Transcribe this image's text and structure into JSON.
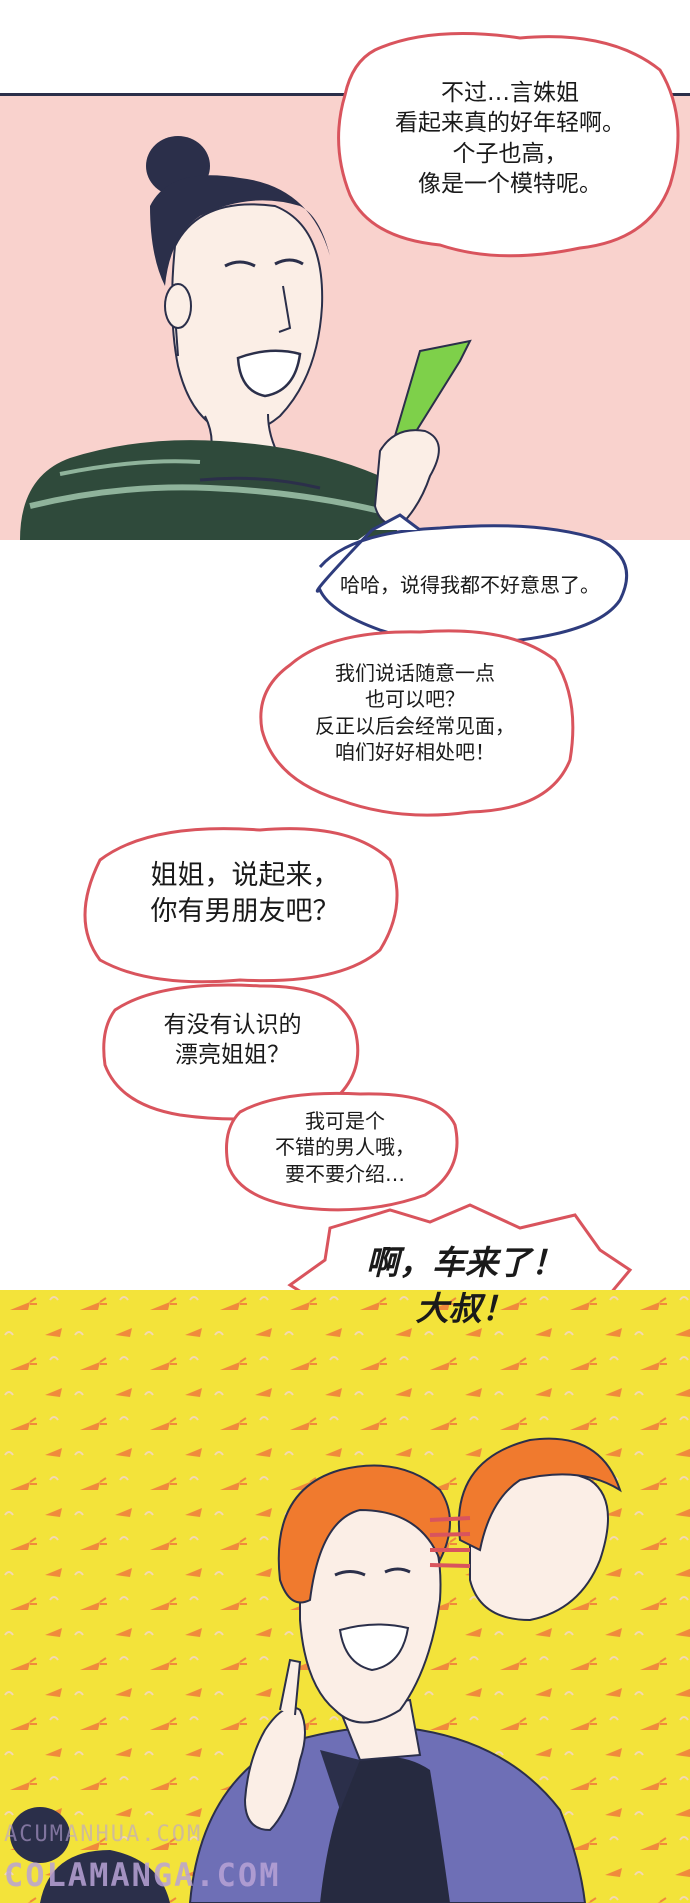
{
  "bubbles": {
    "b1": "不过…言姝姐\n看起来真的好年轻啊。\n个子也高，\n像是一个模特呢。",
    "b2": "哈哈，说得我都不好意思了。",
    "b3": "我们说话随意一点\n也可以吧？\n反正以后会经常见面，\n咱们好好相处吧！",
    "b4": "姐姐，说起来，\n你有男朋友吧？",
    "b5": "有没有认识的\n漂亮姐姐？",
    "b6": "我可是个\n不错的男人哦，\n要不要介绍…",
    "b7": "啊，车来了！\n大叔！"
  },
  "watermark": {
    "line1": "ACUMANHUA.COM",
    "line2": "COLAMANGA.COM"
  },
  "colors": {
    "panel_top_bg": "#f9d2cd",
    "panel_bottom_bg": "#f3e33a",
    "bubble_red": "#d9545d",
    "bubble_blue": "#2e3c7d",
    "carrot": "#f08a3c"
  }
}
